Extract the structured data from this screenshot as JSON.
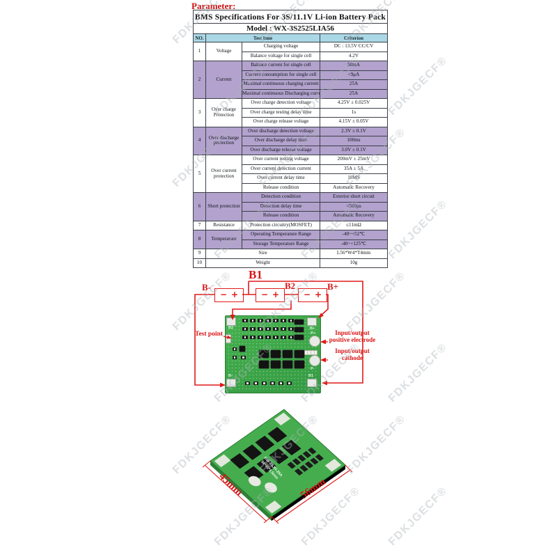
{
  "page": {
    "parameter_label": "Parameter:"
  },
  "watermark": {
    "text": "FDKJGECF®"
  },
  "table": {
    "title": "BMS Specifications For 3S/11.1V Li-ion Battery Pack",
    "model": "Model : WX-3S2525LIA56",
    "headers": {
      "no": "NO.",
      "test_item": "Test  itme",
      "criterion": "Criterion"
    },
    "groups": [
      {
        "no": "1",
        "name": "Voltage",
        "shaded": false,
        "merged": false,
        "rows": [
          {
            "item": "Charging voltage",
            "value": "DC : 13.5V CC/CV"
          },
          {
            "item": "Balance voltage for single cell",
            "value": "4.2V"
          }
        ]
      },
      {
        "no": "2",
        "name": "Current",
        "shaded": true,
        "merged": false,
        "rows": [
          {
            "item": "Balance current for single cell",
            "value": "50mA"
          },
          {
            "item": "Current consumption for single cell",
            "value": "<9μA"
          },
          {
            "item": "Maximal continuous charging current",
            "value": "25A"
          },
          {
            "item": "Maximal continuous Discharging current",
            "value": "25A"
          }
        ]
      },
      {
        "no": "3",
        "name": "Over charge Protection",
        "shaded": false,
        "merged": false,
        "rows": [
          {
            "item": "Over charge detection voltage",
            "value": "4.25V ± 0.025V"
          },
          {
            "item": "Over charge testing delay time",
            "value": "1s"
          },
          {
            "item": "Over charge release voltage",
            "value": "4.15V ± 0.05V"
          }
        ]
      },
      {
        "no": "4",
        "name": "Over discharge protection",
        "shaded": true,
        "merged": false,
        "rows": [
          {
            "item": "Over discharge detection voltage",
            "value": "2.3V ± 0.1V"
          },
          {
            "item": "Over discharge delay time",
            "value": "100ms"
          },
          {
            "item": "Over discharge release voltage",
            "value": "3.0V ± 0.1V"
          }
        ]
      },
      {
        "no": "5",
        "name": "Over current protection",
        "shaded": false,
        "merged": false,
        "rows": [
          {
            "item": "Over current testing voltage",
            "value": "200mV ± 25mV"
          },
          {
            "item": "Over current detection current",
            "value": "35A ± 5A"
          },
          {
            "item": "Over current delay time",
            "value": "10MS"
          },
          {
            "item": "Release condition",
            "value": "Automatic Recovery"
          }
        ]
      },
      {
        "no": "6",
        "name": "Short protection",
        "shaded": true,
        "merged": false,
        "rows": [
          {
            "item": "Detection condition",
            "value": "Exterior short circuit"
          },
          {
            "item": "Detection delay time",
            "value": "<500μs"
          },
          {
            "item": "Release condition",
            "value": "Automatic Recovery"
          }
        ]
      },
      {
        "no": "7",
        "name": "Resistance",
        "shaded": false,
        "merged": false,
        "rows": [
          {
            "item": "Protection circuitry(MOSFET)",
            "value": "≤11mΩ"
          }
        ]
      },
      {
        "no": "8",
        "name": "Temperature",
        "shaded": true,
        "merged": false,
        "rows": [
          {
            "item": "Operating Temperature Range",
            "value": "-40~+52℃"
          },
          {
            "item": "Storage Temperature Range",
            "value": "-40~+125℃"
          }
        ]
      },
      {
        "no": "9",
        "name": "",
        "shaded": false,
        "merged": true,
        "rows": [
          {
            "item": "Size",
            "value": "L56*W4*T4mm"
          }
        ]
      },
      {
        "no": "10",
        "name": "",
        "shaded": false,
        "merged": true,
        "rows": [
          {
            "item": "Weight",
            "value": "10g"
          }
        ]
      }
    ]
  },
  "diagram": {
    "title": "B1",
    "label_b_minus": "B-",
    "label_b2": "B2",
    "label_b_plus": "B+",
    "cell_neg": "−",
    "cell_pos": "+",
    "annotation_test_point": "Test point",
    "annotation_io_positive": "Input/output positive electrode",
    "annotation_io_cathode": "Input/output cathode",
    "board_labels": {
      "b2": "B2",
      "b_minus": "B-",
      "b_plus": "B+",
      "p_plus": "P+",
      "p_minus": "P-",
      "b1": "B1"
    }
  },
  "photo": {
    "dim_height": "45mm",
    "dim_width": "56mm",
    "board_marking_line1": "BW-3SJH-25A",
    "board_marking_line2": "56*45*3.5mm"
  }
}
